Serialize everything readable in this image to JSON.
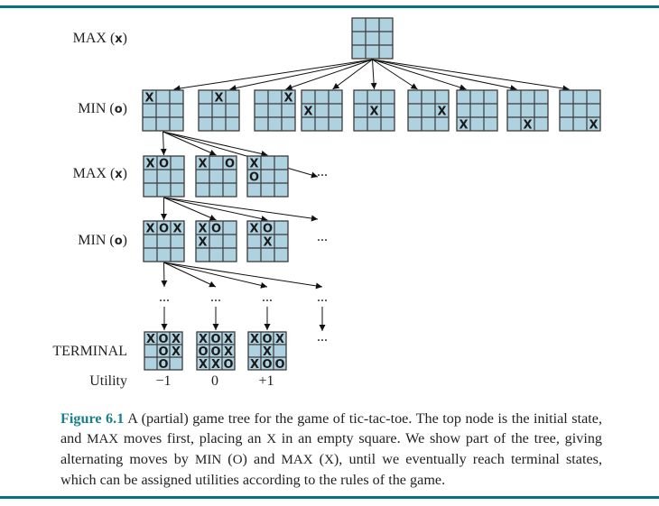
{
  "figure": {
    "number_label": "Figure 6.1",
    "caption_parts": [
      {
        "text": "A (partial) game tree for the game of tic-tac-toe. The top node is the initial state, and ",
        "sc": false
      },
      {
        "text": "MAX",
        "sc": true
      },
      {
        "text": " moves first, placing an ",
        "sc": false
      },
      {
        "text": "X",
        "sc": true
      },
      {
        "text": " in an empty square.  We show part of the tree, giving alternating moves by ",
        "sc": false
      },
      {
        "text": "MIN",
        "sc": true
      },
      {
        "text": " (",
        "sc": false
      },
      {
        "text": "O",
        "sc": true
      },
      {
        "text": ") and ",
        "sc": false
      },
      {
        "text": "MAX",
        "sc": true
      },
      {
        "text": " (",
        "sc": false
      },
      {
        "text": "X",
        "sc": true
      },
      {
        "text": "), until we eventually reach terminal states, which can be assigned utilities according to the rules of the game.",
        "sc": false
      }
    ]
  },
  "levels": [
    {
      "name": "MAX",
      "symbol": "x"
    },
    {
      "name": "MIN",
      "symbol": "o"
    },
    {
      "name": "MAX",
      "symbol": "x"
    },
    {
      "name": "MIN",
      "symbol": "o"
    },
    {
      "name": "TERMINAL",
      "symbol": ""
    }
  ],
  "utility_label": "Utility",
  "ellipsis": "...",
  "colors": {
    "cell_fill": "#afd2e1",
    "grid_line": "#3a3a3a",
    "rule": "#047580",
    "figure_label": "#1b7f8a"
  },
  "tree": {
    "root": [
      "   ",
      "   ",
      "   "
    ],
    "level1": [
      [
        "X  ",
        "   ",
        "   "
      ],
      [
        " X ",
        "   ",
        "   "
      ],
      [
        "  X",
        "   ",
        "   "
      ],
      [
        "   ",
        "X  ",
        "   "
      ],
      [
        "   ",
        " X ",
        "   "
      ],
      [
        "   ",
        "  X",
        "   "
      ],
      [
        "   ",
        "   ",
        "X  "
      ],
      [
        "   ",
        "   ",
        " X "
      ],
      [
        "   ",
        "   ",
        "  X"
      ]
    ],
    "level2": [
      [
        "XO ",
        "   ",
        "   "
      ],
      [
        "X O",
        "   ",
        "   "
      ],
      [
        "X  ",
        "O  ",
        "   "
      ]
    ],
    "level3": [
      [
        "XOX",
        "   ",
        "   "
      ],
      [
        "XO ",
        "X  ",
        "   "
      ],
      [
        "XO ",
        " X ",
        "   "
      ]
    ],
    "terminal": [
      {
        "board": [
          "XOX",
          " OX",
          " O "
        ],
        "utility": "−1"
      },
      {
        "board": [
          "XOX",
          "OOX",
          "XXO"
        ],
        "utility": "0"
      },
      {
        "board": [
          "XOX",
          " X ",
          "XOO"
        ],
        "utility": "+1"
      }
    ]
  }
}
